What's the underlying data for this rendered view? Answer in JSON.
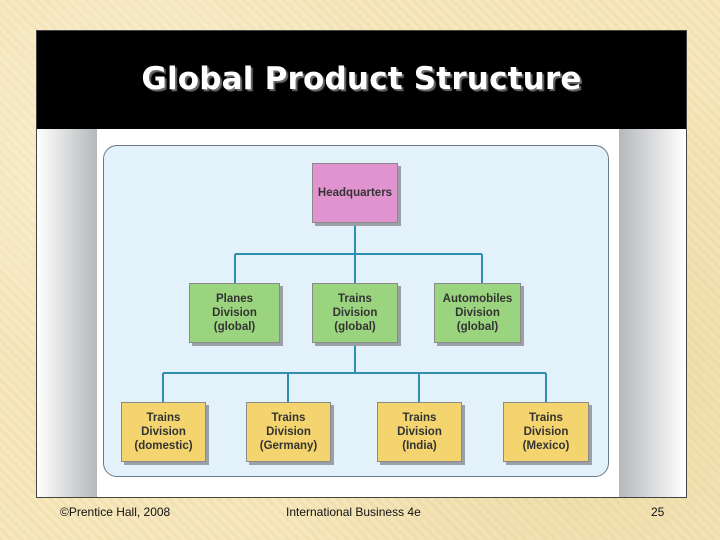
{
  "slide": {
    "title": "Global Product Structure"
  },
  "chart": {
    "headquarters": {
      "label": "Headquarters"
    },
    "divisions": [
      {
        "line1": "Planes",
        "line2": "Division",
        "line3": "(global)"
      },
      {
        "line1": "Trains",
        "line2": "Division",
        "line3": "(global)"
      },
      {
        "line1": "Automobiles",
        "line2": "Division",
        "line3": "(global)"
      }
    ],
    "subdivisions": [
      {
        "line1": "Trains",
        "line2": "Division",
        "line3": "(domestic)"
      },
      {
        "line1": "Trains",
        "line2": "Division",
        "line3": "(Germany)"
      },
      {
        "line1": "Trains",
        "line2": "Division",
        "line3": "(India)"
      },
      {
        "line1": "Trains",
        "line2": "Division",
        "line3": "(Mexico)"
      }
    ],
    "colors": {
      "headquarters": "#e193cf",
      "division": "#9bd47e",
      "subdivision": "#f3d46e",
      "connector": "#2e8fb0"
    }
  },
  "footer": {
    "copyright": "©Prentice Hall, 2008",
    "course": "International Business 4e",
    "page": "25"
  }
}
